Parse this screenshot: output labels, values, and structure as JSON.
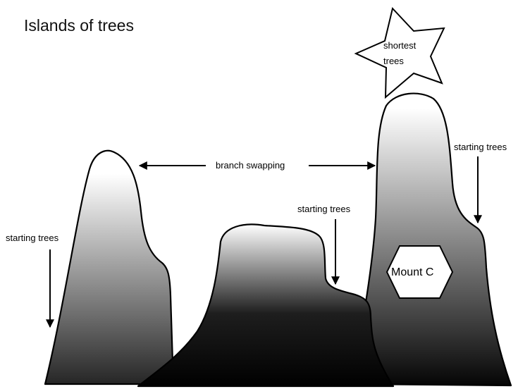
{
  "title": "Islands of trees",
  "labels": {
    "branch_swapping": "branch swapping",
    "starting_trees_left": "starting trees",
    "starting_trees_middle": "starting trees",
    "starting_trees_right": "starting trees",
    "shortest_line1": "shortest",
    "shortest_line2": "trees",
    "mount_c": "Mount C"
  },
  "colors": {
    "fill_light": "#ffffff",
    "fill_dark": "#000000",
    "stroke": "#000000"
  }
}
